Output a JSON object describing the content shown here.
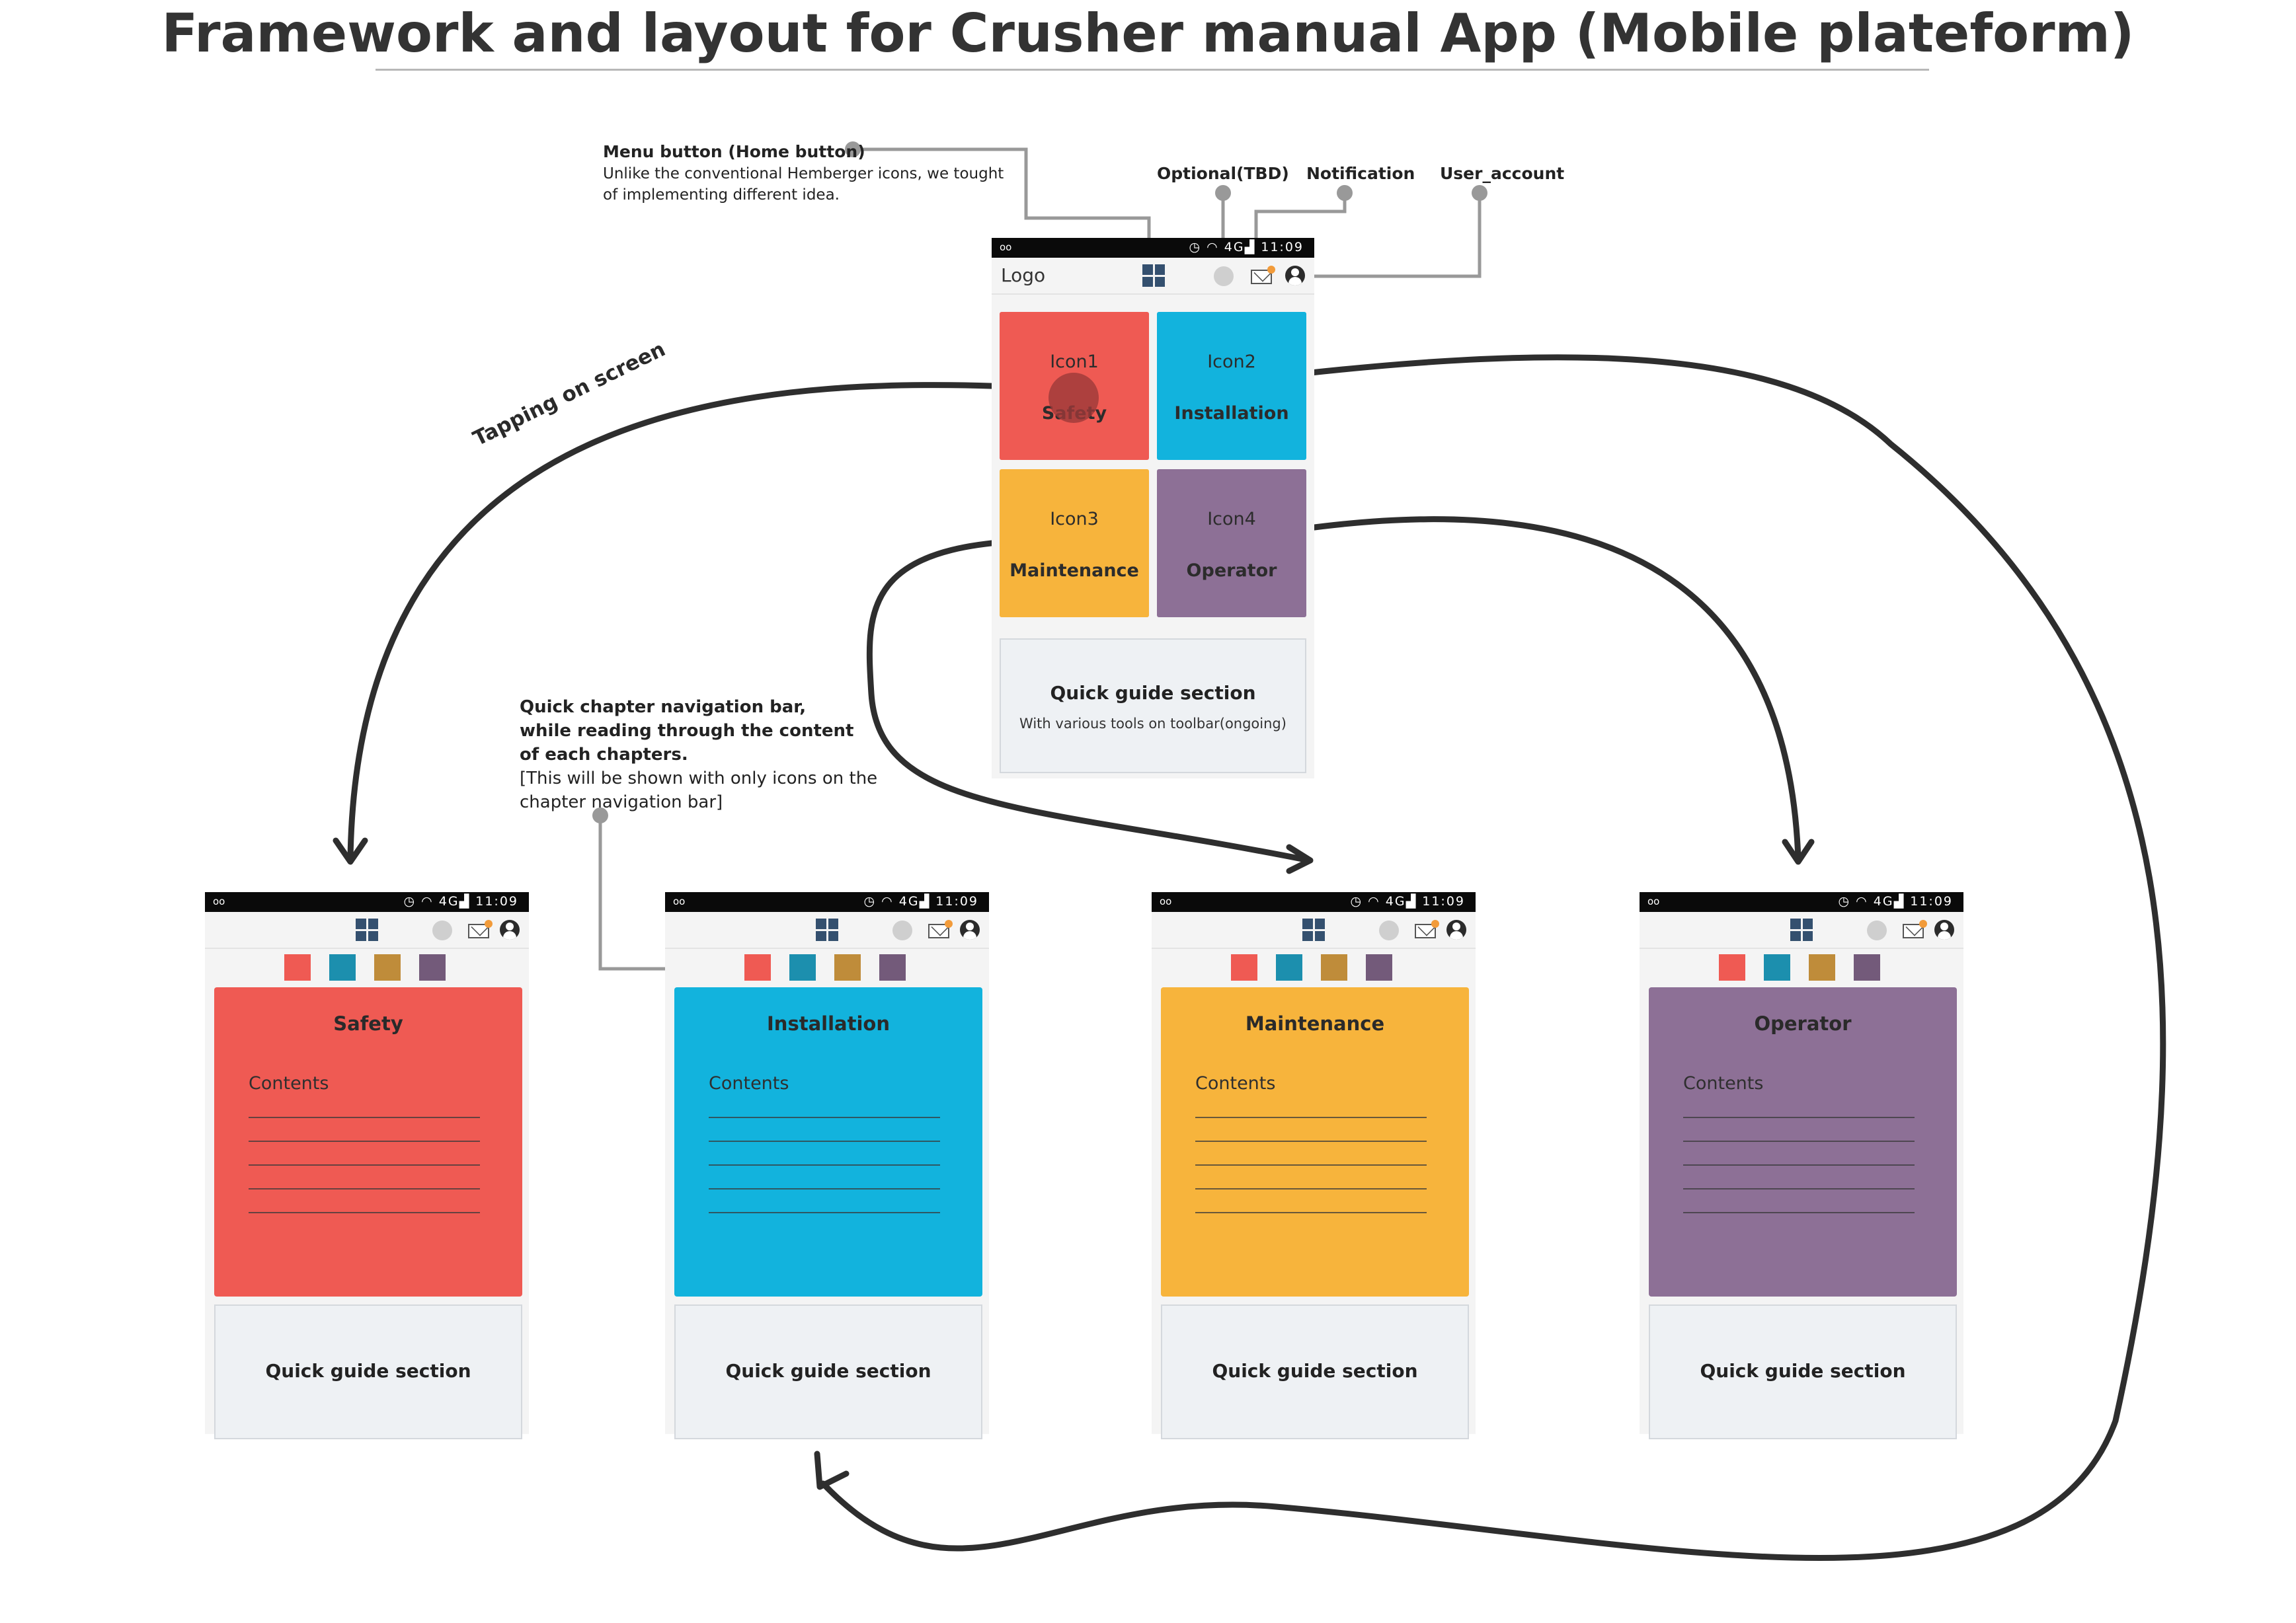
{
  "title": "Framework and layout for Crusher  manual App (Mobile  plateform)",
  "annotations": {
    "menu_title": "Menu button (Home button)",
    "menu_line1": "Unlike the conventional Hemberger icons, we tought",
    "menu_line2": "of implementing different idea.",
    "optional": "Optional(TBD)",
    "notification": "Notification",
    "user_account": "User_account",
    "tapping": "Tapping on screen",
    "nav_line1": "Quick chapter navigation bar,",
    "nav_line2": "while reading through the content",
    "nav_line3": "of each chapters.",
    "nav_line4": "[This will be shown with only icons on the",
    "nav_line5": "chapter navigation bar]"
  },
  "status_bar": {
    "time": "11:09",
    "signal": "4G"
  },
  "home": {
    "logo": "Logo",
    "tiles": [
      {
        "icon": "Icon1",
        "label": "Safety",
        "color": "#ef5a53"
      },
      {
        "icon": "Icon2",
        "label": "Installation",
        "color": "#12b3dd"
      },
      {
        "icon": "Icon3",
        "label": "Maintenance",
        "color": "#f7b43c"
      },
      {
        "icon": "Icon4",
        "label": "Operator",
        "color": "#8d7096"
      }
    ],
    "quick_guide_title": "Quick guide section",
    "quick_guide_sub": "With various tools on toolbar(ongoing)"
  },
  "chapter_nav_colors": [
    "#ef5a53",
    "#1c8fae",
    "#bf8c3a",
    "#735a7a"
  ],
  "chapters": [
    {
      "title": "Safety",
      "contents": "Contents",
      "color": "#ef5a53",
      "quick_guide": "Quick guide section"
    },
    {
      "title": "Installation",
      "contents": "Contents",
      "color": "#12b3dd",
      "quick_guide": "Quick guide section"
    },
    {
      "title": "Maintenance",
      "contents": "Contents",
      "color": "#f7b43c",
      "quick_guide": "Quick guide section"
    },
    {
      "title": "Operator",
      "contents": "Contents",
      "color": "#8d7096",
      "quick_guide": "Quick guide section"
    }
  ],
  "icons": [
    "menu-tiles-icon",
    "optional-circle-icon",
    "mail-icon",
    "user-icon",
    "voicemail-icon",
    "wifi-icon",
    "alarm-icon",
    "signal-icon"
  ]
}
